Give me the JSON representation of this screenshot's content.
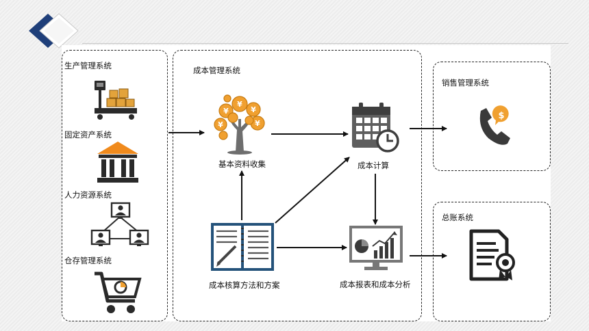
{
  "left_group": {
    "items": [
      {
        "label": "生产管理系统",
        "icon": "scale-with-boxes-icon"
      },
      {
        "label": "固定资产系统",
        "icon": "bank-building-icon"
      },
      {
        "label": "人力资源系统",
        "icon": "user-network-icon"
      },
      {
        "label": "仓存管理系统",
        "icon": "shopping-cart-icon"
      }
    ]
  },
  "center_group": {
    "title": "成本管理系统",
    "nodes": {
      "collect": {
        "label": "基本资料收集",
        "icon": "money-tree-icon"
      },
      "calc": {
        "label": "成本计算",
        "icon": "calendar-clock-icon"
      },
      "method": {
        "label": "成本核算方法和方案",
        "icon": "notebook-pen-icon"
      },
      "report": {
        "label": "成本报表和成本分析",
        "icon": "chart-monitor-icon"
      }
    }
  },
  "sales": {
    "label": "销售管理系统",
    "icon": "phone-dollar-icon"
  },
  "ledger": {
    "label": "总账系统",
    "icon": "certificate-document-icon"
  },
  "colors": {
    "accent_blue": "#1f3f7a",
    "coin_orange": "#f0a030",
    "roof_orange": "#f08a1c",
    "line": "#111111"
  }
}
